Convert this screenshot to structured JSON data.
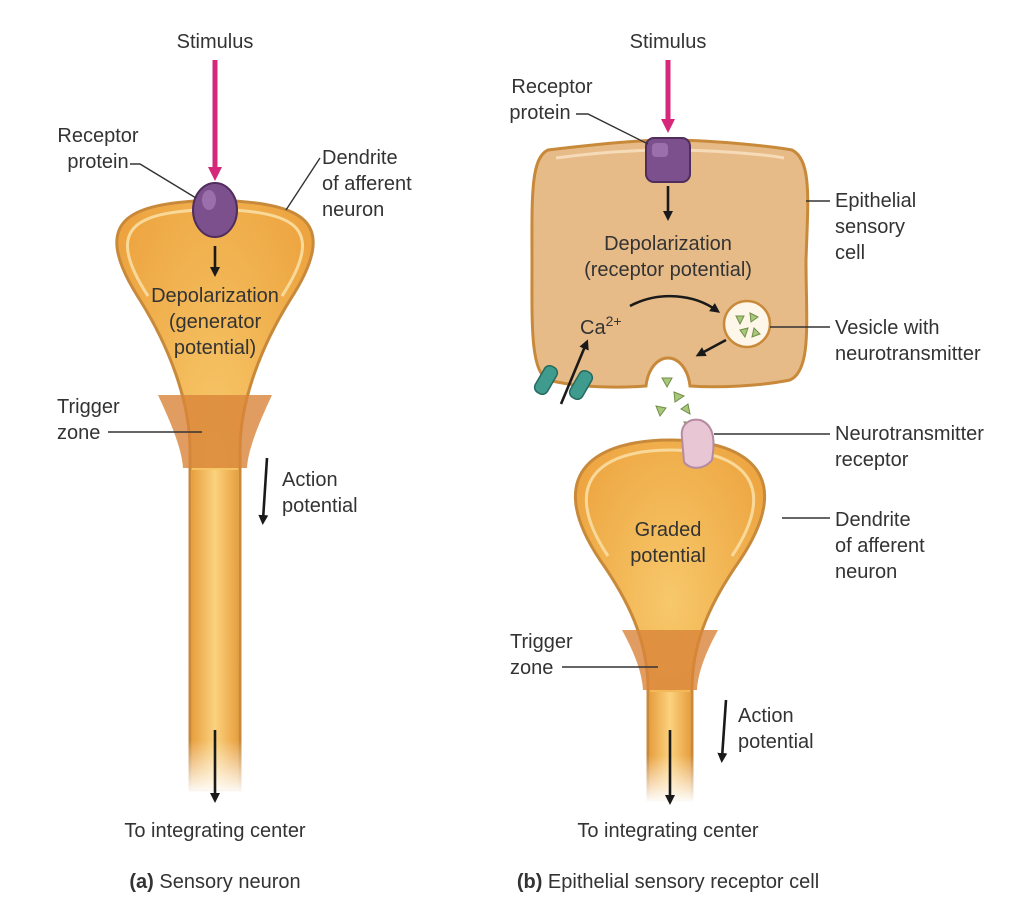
{
  "colors": {
    "stimulus": "#d6287b",
    "receptor_protein": "#7c4f8d",
    "cell_fill": "#f2b04c",
    "cell_outline": "#c88a3a",
    "epithelial_fill": "#e7bb88",
    "trigger_zone": "#d9843a",
    "ion_channel": "#3e9b8e",
    "neurotransmitter": "#a8c77a",
    "neurotransmitter_receptor": "#e8c6d4"
  },
  "panel_a": {
    "stimulus": "Stimulus",
    "receptor_line1": "Receptor",
    "receptor_line2": "protein",
    "dendrite_line1": "Dendrite",
    "dendrite_line2": "of afferent",
    "dendrite_line3": "neuron",
    "depol_line1": "Depolarization",
    "depol_line2": "(generator",
    "depol_line3": "potential)",
    "trigger_line1": "Trigger",
    "trigger_line2": "zone",
    "action_line1": "Action",
    "action_line2": "potential",
    "integrating": "To integrating center",
    "caption_letter": "(a)",
    "caption_text": "Sensory neuron"
  },
  "panel_b": {
    "stimulus": "Stimulus",
    "receptor_line1": "Receptor",
    "receptor_line2": "protein",
    "epithelial_line1": "Epithelial",
    "epithelial_line2": "sensory",
    "epithelial_line3": "cell",
    "depol_line1": "Depolarization",
    "depol_line2": "(receptor potential)",
    "calcium": "Ca",
    "calcium_charge": "2+",
    "vesicle_line1": "Vesicle with",
    "vesicle_line2": "neurotransmitter",
    "nt_receptor_line1": "Neurotransmitter",
    "nt_receptor_line2": "receptor",
    "graded_line1": "Graded",
    "graded_line2": "potential",
    "dendrite_line1": "Dendrite",
    "dendrite_line2": "of afferent",
    "dendrite_line3": "neuron",
    "trigger_line1": "Trigger",
    "trigger_line2": "zone",
    "action_line1": "Action",
    "action_line2": "potential",
    "integrating": "To integrating center",
    "caption_letter": "(b)",
    "caption_text": "Epithelial sensory receptor cell"
  }
}
